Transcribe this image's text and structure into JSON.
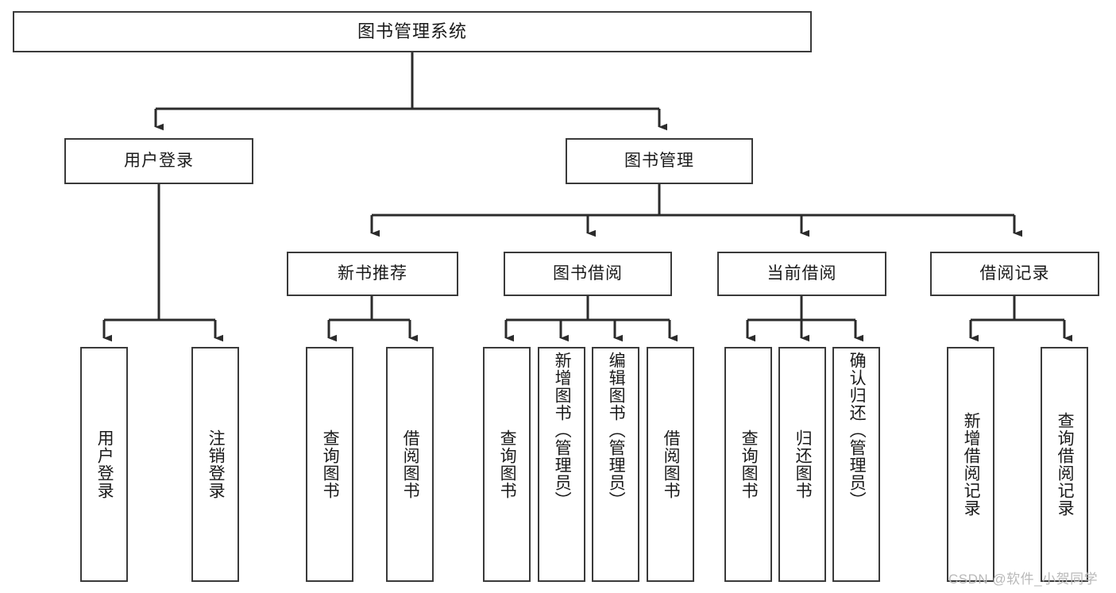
{
  "diagram": {
    "title": "图书管理系统",
    "type": "tree-structure-chart",
    "watermark": "CSDN @软件_小贺同学",
    "colors": {
      "box_border": "#3a3a3a",
      "box_fill": "#ffffff",
      "connector": "#2b2b2b",
      "text": "#1a1a1a",
      "watermark": "#b9b9b9",
      "background": "#ffffff"
    },
    "root": {
      "id": "root",
      "label": "图书管理系统"
    },
    "level2": [
      {
        "id": "n-user-login",
        "label": "用户登录"
      },
      {
        "id": "n-book-mgmt",
        "label": "图书管理"
      }
    ],
    "level3": [
      {
        "id": "n-new-book-rec",
        "label": "新书推荐"
      },
      {
        "id": "n-book-borrow",
        "label": "图书借阅"
      },
      {
        "id": "n-current-borrow",
        "label": "当前借阅"
      },
      {
        "id": "n-borrow-record",
        "label": "借阅记录"
      }
    ],
    "leaves": {
      "user_login": [
        {
          "id": "l-user-login",
          "label": "用户登录"
        },
        {
          "id": "l-logout-login",
          "label": "注销登录"
        }
      ],
      "new_book_rec": [
        {
          "id": "l-query-book-1",
          "label": "查询图书"
        },
        {
          "id": "l-borrow-book-1",
          "label": "借阅图书"
        }
      ],
      "book_borrow": [
        {
          "id": "l-query-book-2",
          "label": "查询图书"
        },
        {
          "id": "l-add-book",
          "label": "新增图书（管理员）"
        },
        {
          "id": "l-edit-book",
          "label": "编辑图书（管理员）"
        },
        {
          "id": "l-borrow-book-2",
          "label": "借阅图书"
        }
      ],
      "current_borrow": [
        {
          "id": "l-query-book-3",
          "label": "查询图书"
        },
        {
          "id": "l-return-book",
          "label": "归还图书"
        },
        {
          "id": "l-confirm-return",
          "label": "确认归还（管理员）"
        }
      ],
      "borrow_record": [
        {
          "id": "l-add-record",
          "label": "新增借阅记录"
        },
        {
          "id": "l-query-record",
          "label": "查询借阅记录"
        }
      ]
    }
  }
}
